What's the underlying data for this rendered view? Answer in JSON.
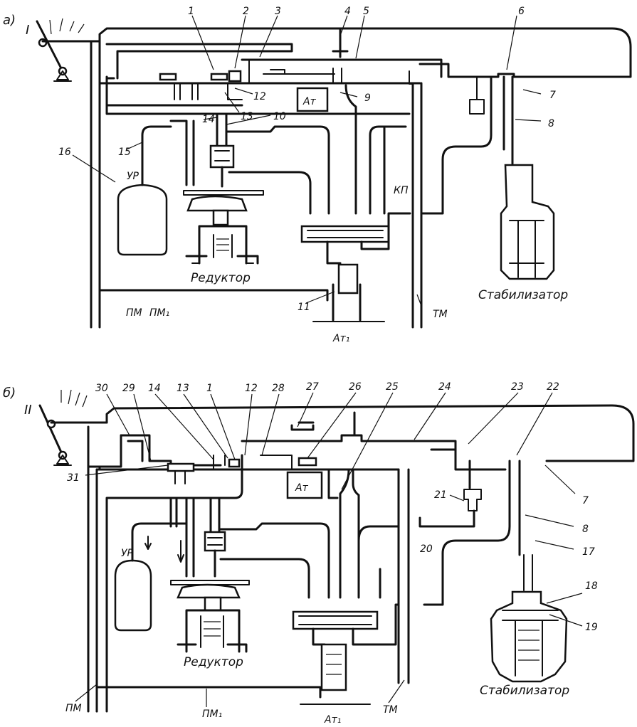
{
  "diagrams": [
    {
      "id": "a",
      "panel_label": "а)",
      "handle_label": "I",
      "callouts": [
        "1",
        "2",
        "3",
        "4",
        "5",
        "6",
        "7",
        "8",
        "9",
        "10",
        "12",
        "13",
        "14",
        "15",
        "16",
        "11"
      ],
      "component_labels": {
        "reservoir": "УР",
        "reducer": "Редуктор",
        "stabilizer": "Стабилизатор",
        "relay_kp": "КП",
        "atm_top": "Ат",
        "atm_bottom": "Ат₁",
        "pm": "ПМ",
        "pm1": "ПМ₁",
        "tm": "ТМ"
      }
    },
    {
      "id": "b",
      "panel_label": "б)",
      "handle_label": "II",
      "callouts": [
        "30",
        "29",
        "14",
        "13",
        "1",
        "12",
        "28",
        "27",
        "26",
        "25",
        "24",
        "23",
        "22",
        "31",
        "21",
        "20",
        "7",
        "8",
        "17",
        "18",
        "19"
      ],
      "component_labels": {
        "reservoir": "УР",
        "reducer": "Редуктор",
        "stabilizer": "Стабилизатор",
        "atm_top": "Ат",
        "atm_bottom": "Ат₁",
        "pm": "ПМ",
        "pm1": "ПМ₁",
        "tm": "ТМ"
      }
    }
  ]
}
